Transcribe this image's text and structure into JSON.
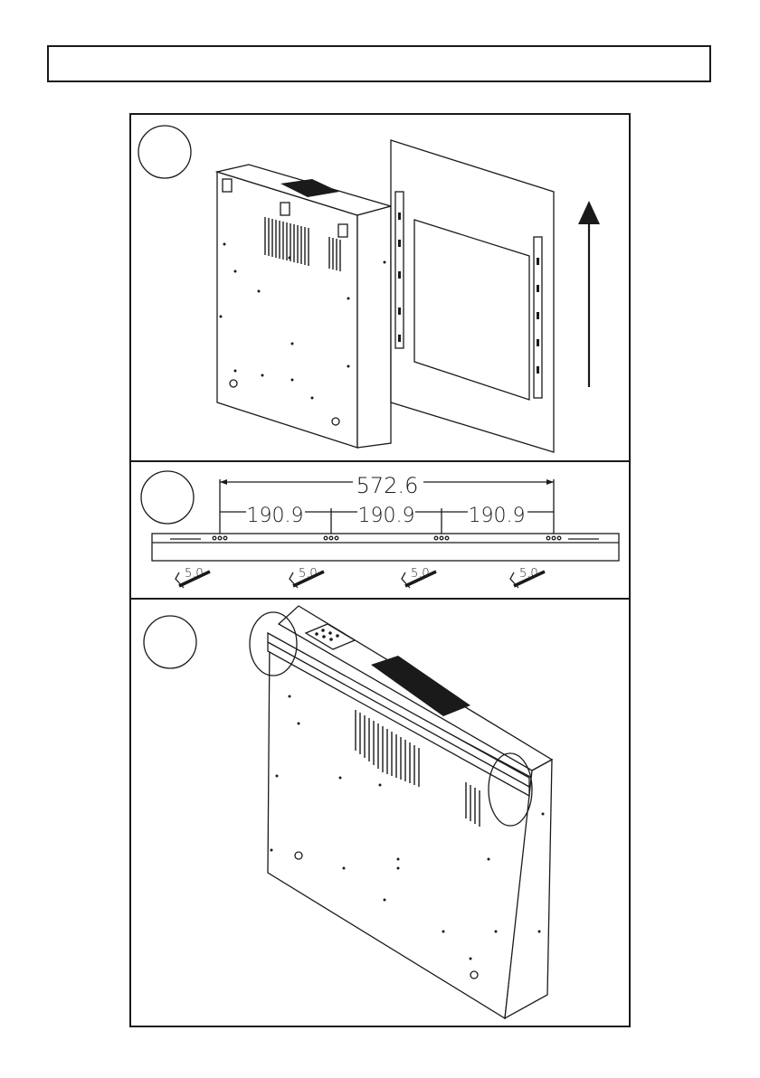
{
  "dimensions": {
    "total": "572.6",
    "spacing": [
      "190.9",
      "190.9",
      "190.9"
    ],
    "screw_size": "5.0"
  }
}
